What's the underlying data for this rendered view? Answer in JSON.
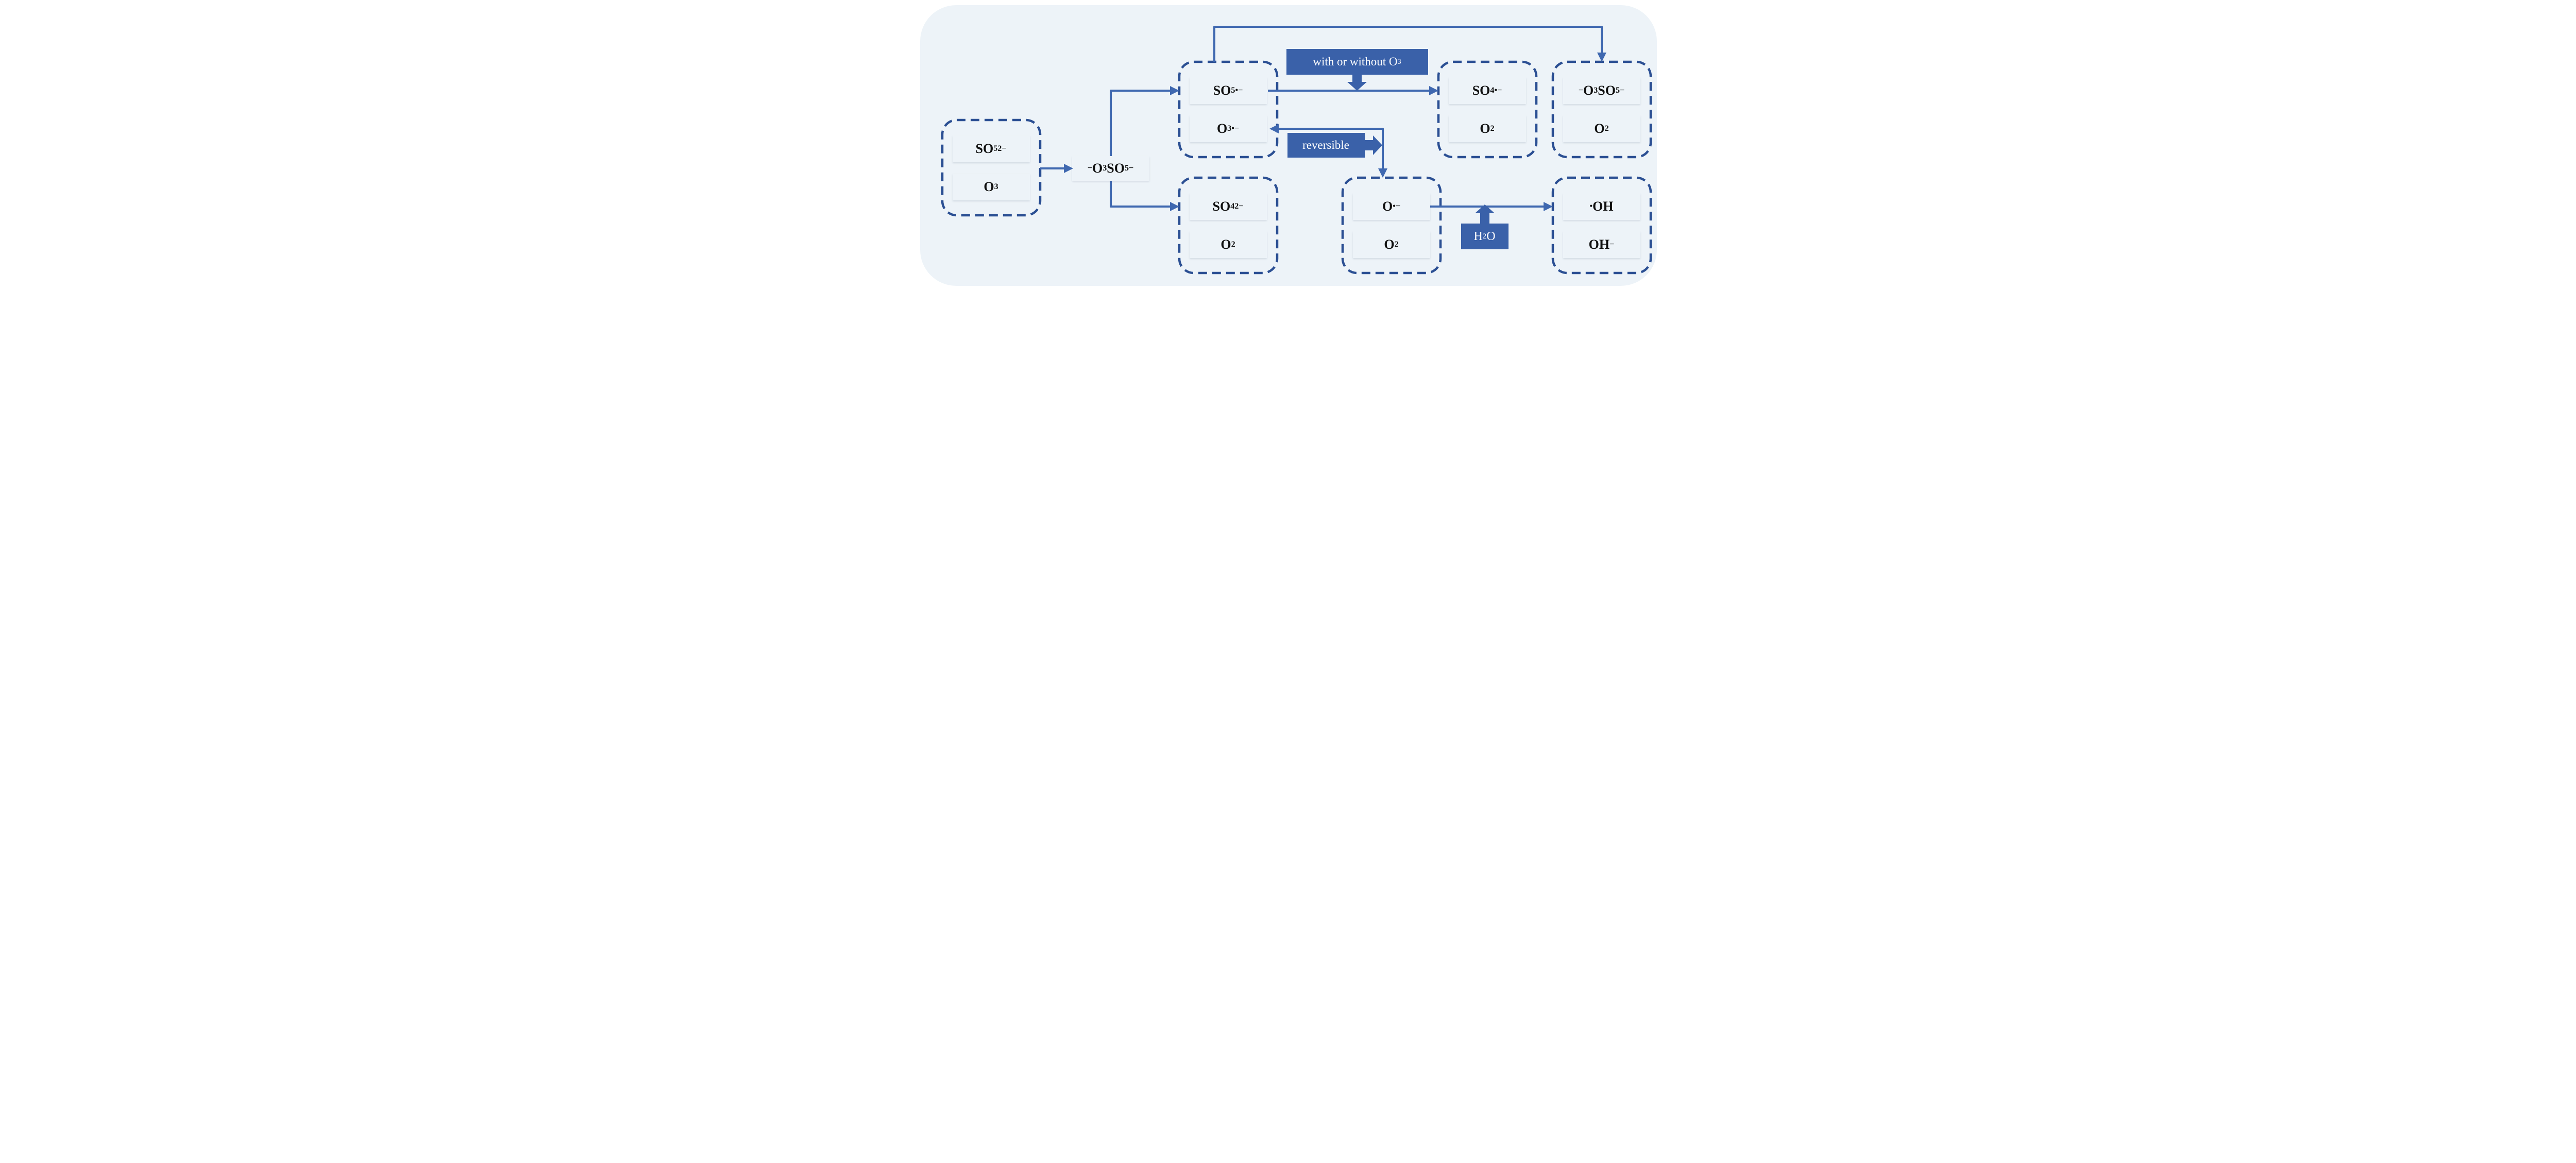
{
  "palette": {
    "panel": "#edf3f8",
    "dash": "#2b4f93",
    "line": "#3f68b0",
    "banner": "#3a61a9",
    "pink": "#f8c9cd",
    "blue": "#c7daeb",
    "ink": "#101010"
  },
  "banners": {
    "with_or_without_o3": "with or without O_3_",
    "reversible": "reversible",
    "h2o": "H_2_O"
  },
  "boxes": {
    "reactants": {
      "rows": [
        {
          "formula": "SO_5_^2−^",
          "fill": "palette.pink"
        },
        {
          "formula": "O_3_",
          "fill": "palette.pink"
        }
      ]
    },
    "adduct_label": {
      "formula": "^−^O_3_SO_5_^−^",
      "fill": "palette.blue"
    },
    "radical_pair": {
      "rows": [
        {
          "formula": "SO_5_^•−^",
          "fill": "palette.blue"
        },
        {
          "formula": "O_3_^•−^",
          "fill": "palette.blue"
        }
      ]
    },
    "sulfate_oxygen": {
      "rows": [
        {
          "formula": "SO_4_^2−^",
          "fill": "palette.blue"
        },
        {
          "formula": "O_2_",
          "fill": "palette.blue"
        }
      ]
    },
    "sulfate_radical": {
      "rows": [
        {
          "formula": "SO_4_^•−^",
          "fill": "palette.pink"
        },
        {
          "formula": "O_2_",
          "fill": "palette.blue"
        }
      ]
    },
    "adduct_oxygen": {
      "rows": [
        {
          "formula": "^−^O_3_SO_5_^−^",
          "fill": "palette.blue"
        },
        {
          "formula": "O_2_",
          "fill": "palette.blue"
        }
      ]
    },
    "oxide_radical": {
      "rows": [
        {
          "formula": "O^•−^",
          "fill": "palette.blue"
        },
        {
          "formula": "O_2_",
          "fill": "palette.blue"
        }
      ]
    },
    "hydroxyl": {
      "rows": [
        {
          "formula": "^•^OH",
          "fill": "palette.pink"
        },
        {
          "formula": "OH^−^",
          "fill": "palette.blue"
        }
      ]
    }
  },
  "edges": [
    {
      "from": "SO5^2− + O3",
      "to": "−O3SO5−",
      "label": ""
    },
    {
      "from": "−O3SO5−",
      "to": "SO5^•− + O3^•−",
      "label": ""
    },
    {
      "from": "−O3SO5−",
      "to": "SO4^2− + O2",
      "label": ""
    },
    {
      "from": "SO5^•−",
      "to": "SO4^•− + O2",
      "label": "with or without O3"
    },
    {
      "from": "SO5^•− + O3^•−",
      "to": "−O3SO5− + O2",
      "label": ""
    },
    {
      "from": "O3^•−",
      "to": "O^•− + O2",
      "label": "reversible"
    },
    {
      "from": "O^•−",
      "to": "•OH + OH−",
      "label": "H2O"
    }
  ]
}
